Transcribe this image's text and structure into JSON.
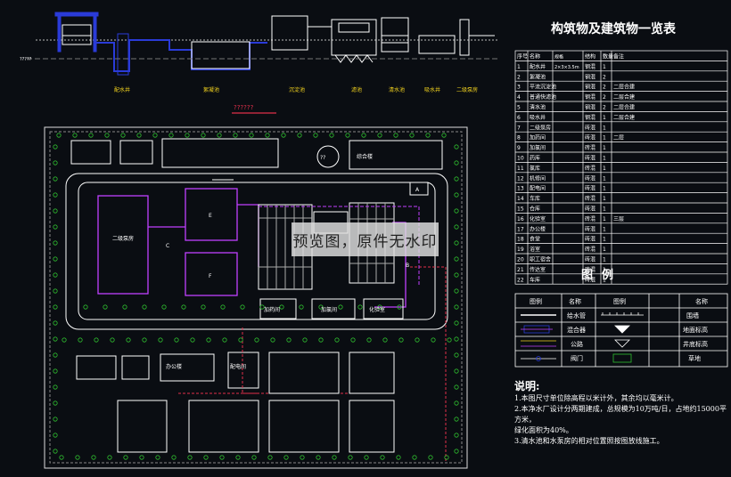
{
  "watermark": "预览图，原件无水印",
  "table": {
    "title": "构筑物及建筑物一览表",
    "headers": [
      "序号",
      "名称",
      "规格",
      "结构",
      "数量",
      "备注"
    ],
    "rows": [
      [
        "1",
        "配水井",
        "2×3×3.5m",
        "钢混",
        "1",
        ""
      ],
      [
        "2",
        "絮凝池",
        "",
        "钢混",
        "2",
        ""
      ],
      [
        "3",
        "平流沉淀池",
        "",
        "钢混",
        "2",
        "二层合建"
      ],
      [
        "4",
        "普通快滤池",
        "",
        "钢混",
        "2",
        "二层合建"
      ],
      [
        "5",
        "清水池",
        "",
        "钢混",
        "2",
        "二层合建"
      ],
      [
        "6",
        "吸水井",
        "",
        "钢混",
        "1",
        "二层合建"
      ],
      [
        "7",
        "二级泵房",
        "",
        "砖混",
        "1",
        ""
      ],
      [
        "8",
        "加药间",
        "",
        "砖混",
        "1",
        "二层"
      ],
      [
        "9",
        "加氯间",
        "",
        "砖混",
        "1",
        ""
      ],
      [
        "10",
        "药库",
        "",
        "砖混",
        "1",
        ""
      ],
      [
        "11",
        "氯库",
        "",
        "砖混",
        "1",
        ""
      ],
      [
        "12",
        "机修间",
        "",
        "砖混",
        "1",
        ""
      ],
      [
        "13",
        "配电间",
        "",
        "砖混",
        "1",
        ""
      ],
      [
        "14",
        "车库",
        "",
        "砖混",
        "1",
        ""
      ],
      [
        "15",
        "仓库",
        "",
        "砖混",
        "1",
        ""
      ],
      [
        "16",
        "化验室",
        "",
        "砖混",
        "1",
        "三层"
      ],
      [
        "17",
        "办公楼",
        "",
        "砖混",
        "1",
        ""
      ],
      [
        "18",
        "食堂",
        "",
        "砖混",
        "1",
        ""
      ],
      [
        "19",
        "浴室",
        "",
        "砖混",
        "1",
        ""
      ],
      [
        "20",
        "职工宿舍",
        "",
        "砖混",
        "1",
        ""
      ],
      [
        "21",
        "传达室",
        "",
        "砖混",
        "1",
        ""
      ],
      [
        "22",
        "车库",
        "",
        "砖混",
        "1",
        ""
      ]
    ]
  },
  "legend": {
    "title": "图例",
    "headers": [
      "图例",
      "名称",
      "图例",
      "名称"
    ],
    "items": [
      {
        "left": "给水管",
        "right": "围墙"
      },
      {
        "left": "混合器",
        "right": "地面标高"
      },
      {
        "left": "公路",
        "right": "井底标高"
      },
      {
        "left": "阀门",
        "right": "草地"
      }
    ]
  },
  "notes": {
    "heading": "说明:",
    "lines": [
      "1.本图尺寸单位除高程以米计外，其余均以毫米计。",
      "2.本净水厂设计分两期建成，总规模为10万吨/日，占地约15000平方米，",
      "  绿化面积为40%。",
      "3.清水池和水泵房的相对位置照按图放线施工。"
    ]
  },
  "profile": {
    "title": "??????",
    "labels": [
      "配水井",
      "絮凝池",
      "沉淀池",
      "滤池",
      "清水池",
      "吸水井",
      "二级泵房"
    ],
    "left_label": "?????"
  },
  "site_plan": {
    "buildings": [
      {
        "label": "二级泵房"
      },
      {
        "label": "加药间"
      },
      {
        "label": "加氯间"
      },
      {
        "label": "化验室"
      },
      {
        "label": "办公楼"
      },
      {
        "label": "配电间"
      },
      {
        "label": "综合楼"
      },
      {
        "label": "??"
      },
      {
        "label": "A"
      },
      {
        "label": "B"
      },
      {
        "label": "C"
      },
      {
        "label": "E"
      },
      {
        "label": "F"
      }
    ]
  },
  "colors": {
    "background": "#0a0d12",
    "line": "#ffffff",
    "magenta": "#c040ff",
    "blue": "#2a3bd8",
    "green": "#2fbf2f",
    "yellow": "#f2d21e",
    "watermark_bg": "#e1e1e1"
  }
}
